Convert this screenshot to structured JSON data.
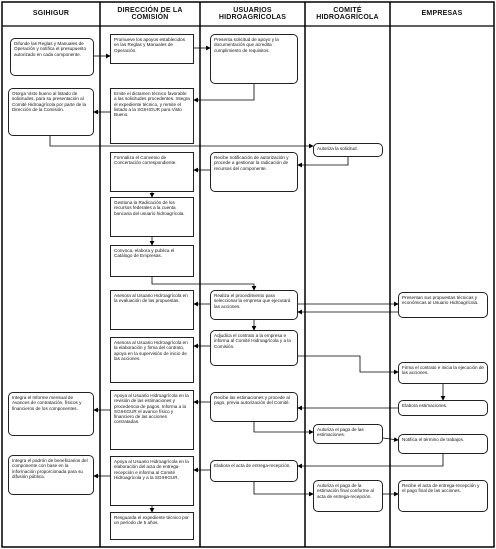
{
  "lanes": [
    {
      "title": "SGIHIGUR"
    },
    {
      "title": "DIRECCIÓN DE LA COMISIÓN"
    },
    {
      "title": "USUARIOS HIDROAGRÍCOLAS"
    },
    {
      "title": "COMITÉ HIDROAGRÍCOLA"
    },
    {
      "title": "EMPRESAS"
    }
  ],
  "steps": {
    "s1": "Difunde las Reglas y Manuales de Operación y notifica el presupuesto autorizado en cada componente.",
    "s2": "Promueve los apoyos establecidos en las Reglas y Manuales de Operación.",
    "s3": "Presenta solicitud de apoyo y la documentación que acredita cumplimiento de requisitos.",
    "s4": "Otorga Visto bueno al listado de solicitudes, para su presentación al Comité Hidroagrícola por parte de la Dirección de la Comisión.",
    "s5": "Emite el dictamen técnico favorable a las solicitudes procedentes. Integra el expediente técnico, y remite el listado a la SGIHIGUR para Visto Bueno.",
    "s6": "Autoriza la solicitud.",
    "s7": "Formaliza el Convenio de Concertación correspondiente.",
    "s8": "Recibe notificación de autorización y procede a gestionar la radicación de recursos del componente.",
    "s9": "Gestiona la Radicación de los recursos federales a la cuenta bancaria del usuario hidroagrícola.",
    "s10": "Convoca, elabora y publica el Catálogo de Empresas.",
    "s11": "Asesora al Usuario Hidroagrícola en la evaluación de las propuestas.",
    "s12": "Realiza el procedimiento para seleccionar la empresa que ejecutará las acciones.",
    "s13": "Presentan sus propuestas técnicas y económicas al Usuario Hidroagrícola.",
    "s14": "Asesora al Usuario Hidroagrícola en la elaboración y firma del contrato, apoya en la supervisión de inicio de las acciones.",
    "s15": "Adjudica el contrato a la empresa e informa al Comité Hidroagrícola y a la Comisión.",
    "s16": "Firma el contrato e inicia la ejecución de las acciones.",
    "s17": "Integra el Informe mensual de Avances de contratación, físicos y financieros de los componentes.",
    "s18": "Apoya al Usuario Hidroagrícola en la revisión de las estimaciones y procedencia de pagos. Informa a la SGIHIGUR el avance físico y financiero de las acciones contratadas.",
    "s19": "Recibe las estimaciones y procede al pago, previa autorización del Comité.",
    "s20": "Elabora estimaciones.",
    "s21": "Autoriza el pago de las estimaciones.",
    "s22": "Notifica el término de trabajos.",
    "s23": "Integra el padrón de beneficiarios del componente con base en la información proporcionada para su difusión pública.",
    "s24": "Apoya al Usuario Hidroagrícola en la elaboración del acta de entrega-recepción e informa al Comité Hidroagrícola y a la SGIHIGUR.",
    "s25": "Elabora el acta de entrega-recepción.",
    "s26": "Autoriza el pago de la estimación final conforme al acta de entrega-recepción.",
    "s27": "Recibe el acta de entrega-recepción y el pago final de las acciones.",
    "s28": "Resguarda el expediente técnico por un período de 5 años."
  }
}
